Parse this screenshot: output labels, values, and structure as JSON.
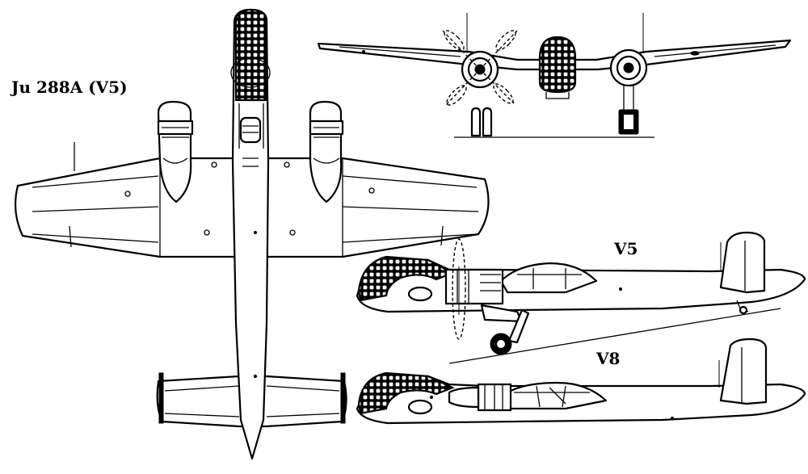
{
  "labels": {
    "title": "Ju 288A (V5)",
    "v5": "V5",
    "v8": "V8"
  }
}
